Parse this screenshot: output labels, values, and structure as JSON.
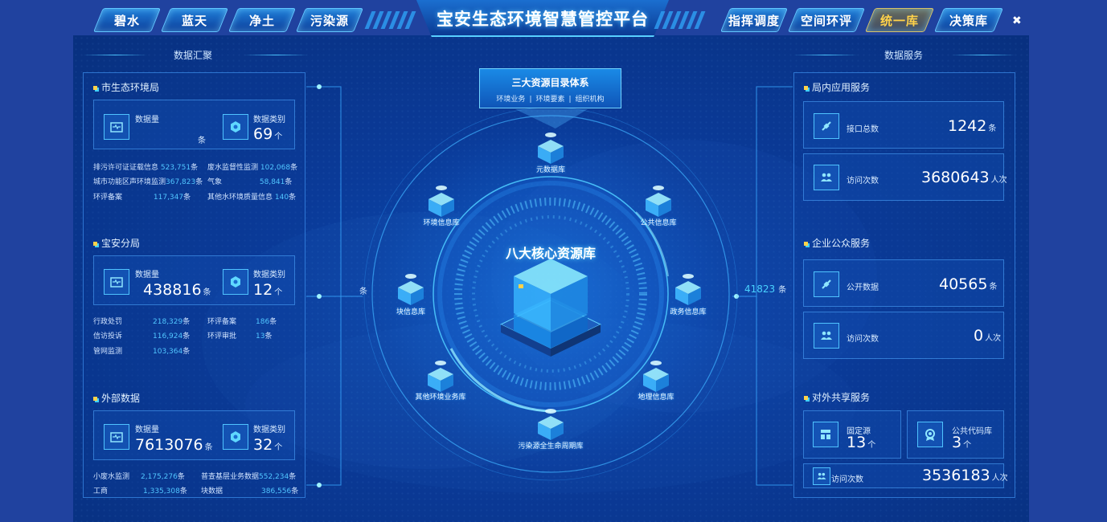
{
  "nav": {
    "left": [
      "碧水",
      "蓝天",
      "净土",
      "污染源"
    ],
    "title": "宝安生态环境智慧管控平台",
    "right": [
      "指挥调度",
      "空间环评",
      "统一库",
      "决策库"
    ],
    "active": "统一库",
    "close": "✖"
  },
  "left": {
    "header": "数据汇聚",
    "groups": [
      {
        "title": "市生态环境局",
        "count_label": "数据量",
        "count_value": "",
        "count_unit": "条",
        "type_label": "数据类别",
        "type_value": "69",
        "type_unit": "个",
        "rows": [
          {
            "a_label": "排污许可证证载信息",
            "a_value": "523,751",
            "a_unit": "条",
            "b_label": "废水监督性监测",
            "b_value": "102,068",
            "b_unit": "条"
          },
          {
            "a_label": "城市功能区声环境监测",
            "a_value": "367,823",
            "a_unit": "条",
            "b_label": "气象",
            "b_value": "58,841",
            "b_unit": "条"
          },
          {
            "a_label": "环评备案",
            "a_value": "117,347",
            "a_unit": "条",
            "b_label": "其他水环境质量信息",
            "b_value": "140",
            "b_unit": "条"
          }
        ]
      },
      {
        "title": "宝安分局",
        "count_label": "数据量",
        "count_value": "438816",
        "count_unit": "条",
        "type_label": "数据类别",
        "type_value": "12",
        "type_unit": "个",
        "rows": [
          {
            "a_label": "行政处罚",
            "a_value": "218,329",
            "a_unit": "条",
            "b_label": "环评备案",
            "b_value": "186",
            "b_unit": "条"
          },
          {
            "a_label": "信访投诉",
            "a_value": "116,924",
            "a_unit": "条",
            "b_label": "环评审批",
            "b_value": "13",
            "b_unit": "条"
          },
          {
            "a_label": "管网监测",
            "a_value": "103,364",
            "a_unit": "条",
            "b_label": "",
            "b_value": "",
            "b_unit": ""
          }
        ]
      },
      {
        "title": "外部数据",
        "count_label": "数据量",
        "count_value": "7613076",
        "count_unit": "条",
        "type_label": "数据类别",
        "type_value": "32",
        "type_unit": "个",
        "rows": [
          {
            "a_label": "小废水监测",
            "a_value": "2,175,276",
            "a_unit": "条",
            "b_label": "普查基层业务数据",
            "b_value": "552,234",
            "b_unit": "条"
          },
          {
            "a_label": "工商",
            "a_value": "1,335,308",
            "a_unit": "条",
            "b_label": "块数据",
            "b_value": "386,556",
            "b_unit": "条"
          }
        ]
      }
    ],
    "side_unit": "条"
  },
  "center": {
    "title": "三大资源目录体系",
    "subs": [
      "环境业务",
      "环境要素",
      "组织机构"
    ],
    "core": "八大核心资源库",
    "nodes": [
      "元数据库",
      "公共信息库",
      "政务信息库",
      "地理信息库",
      "污染源全生命周期库",
      "其他环境业务库",
      "块信息库",
      "环境信息库"
    ]
  },
  "right": {
    "header": "数据服务",
    "side_count": "41823",
    "side_unit": "条",
    "g1": {
      "title": "局内应用服务",
      "items": [
        {
          "label": "接口总数",
          "value": "1242",
          "unit": "条"
        },
        {
          "label": "访问次数",
          "value": "3680643",
          "unit": "人次"
        }
      ]
    },
    "g2": {
      "title": "企业公众服务",
      "items": [
        {
          "label": "公开数据",
          "value": "40565",
          "unit": "条"
        },
        {
          "label": "访问次数",
          "value": "0",
          "unit": "人次"
        }
      ]
    },
    "g3": {
      "title": "对外共享服务",
      "a_label": "固定源",
      "a_value": "13",
      "a_unit": "个",
      "b_label": "公共代码库",
      "b_value": "3",
      "b_unit": "个",
      "visit_label": "访问次数",
      "visit_value": "3536183",
      "visit_unit": "人次"
    }
  }
}
